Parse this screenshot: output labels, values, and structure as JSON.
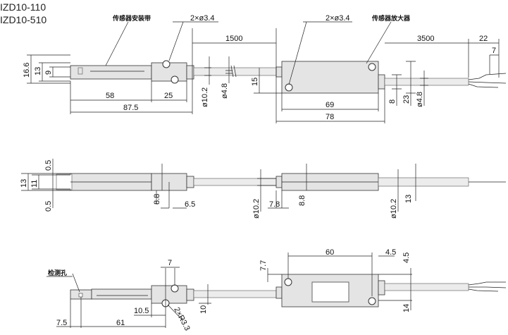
{
  "titles": [
    "IZD10-110",
    "IZD10-510"
  ],
  "callouts": {
    "sensor_mount": "传感器安装带",
    "amplifier": "传感器放大器",
    "hole_left": "2×ø3.4",
    "hole_right": "2×ø3.4",
    "detect_hole": "检测孔"
  },
  "top_view": {
    "h16_6": "16.6",
    "h13": "13",
    "h9": "9",
    "d58": "58",
    "d25": "25",
    "d87_5": "87.5",
    "d1500": "1500",
    "dia10_2": "ø10.2",
    "dia4_8": "ø4.8",
    "d15": "15",
    "d69": "69",
    "d78": "78",
    "d3500": "3500",
    "d22": "22",
    "d7": "7",
    "d8": "8",
    "d23": "23",
    "dia4_8_r": "ø4.8"
  },
  "side_view": {
    "t0_5": "0.5",
    "b0_5": "0.5",
    "h13": "13",
    "h11": "11",
    "d8_8a": "8.8",
    "d6_5": "6.5",
    "dia10_2a": "ø10.2",
    "d7_8": "7.8",
    "d8_8b": "8.8",
    "dia10_2b": "ø10.2",
    "d13": "13"
  },
  "bottom_view": {
    "d7": "7",
    "d10_5": "10.5",
    "r3_3": "2×R3.3",
    "d10": "10",
    "d7_5": "7.5",
    "d61": "61",
    "d7_7": "7.7",
    "d60": "60",
    "d4_5a": "4.5",
    "d4_5b": "4.5",
    "d14": "14"
  }
}
